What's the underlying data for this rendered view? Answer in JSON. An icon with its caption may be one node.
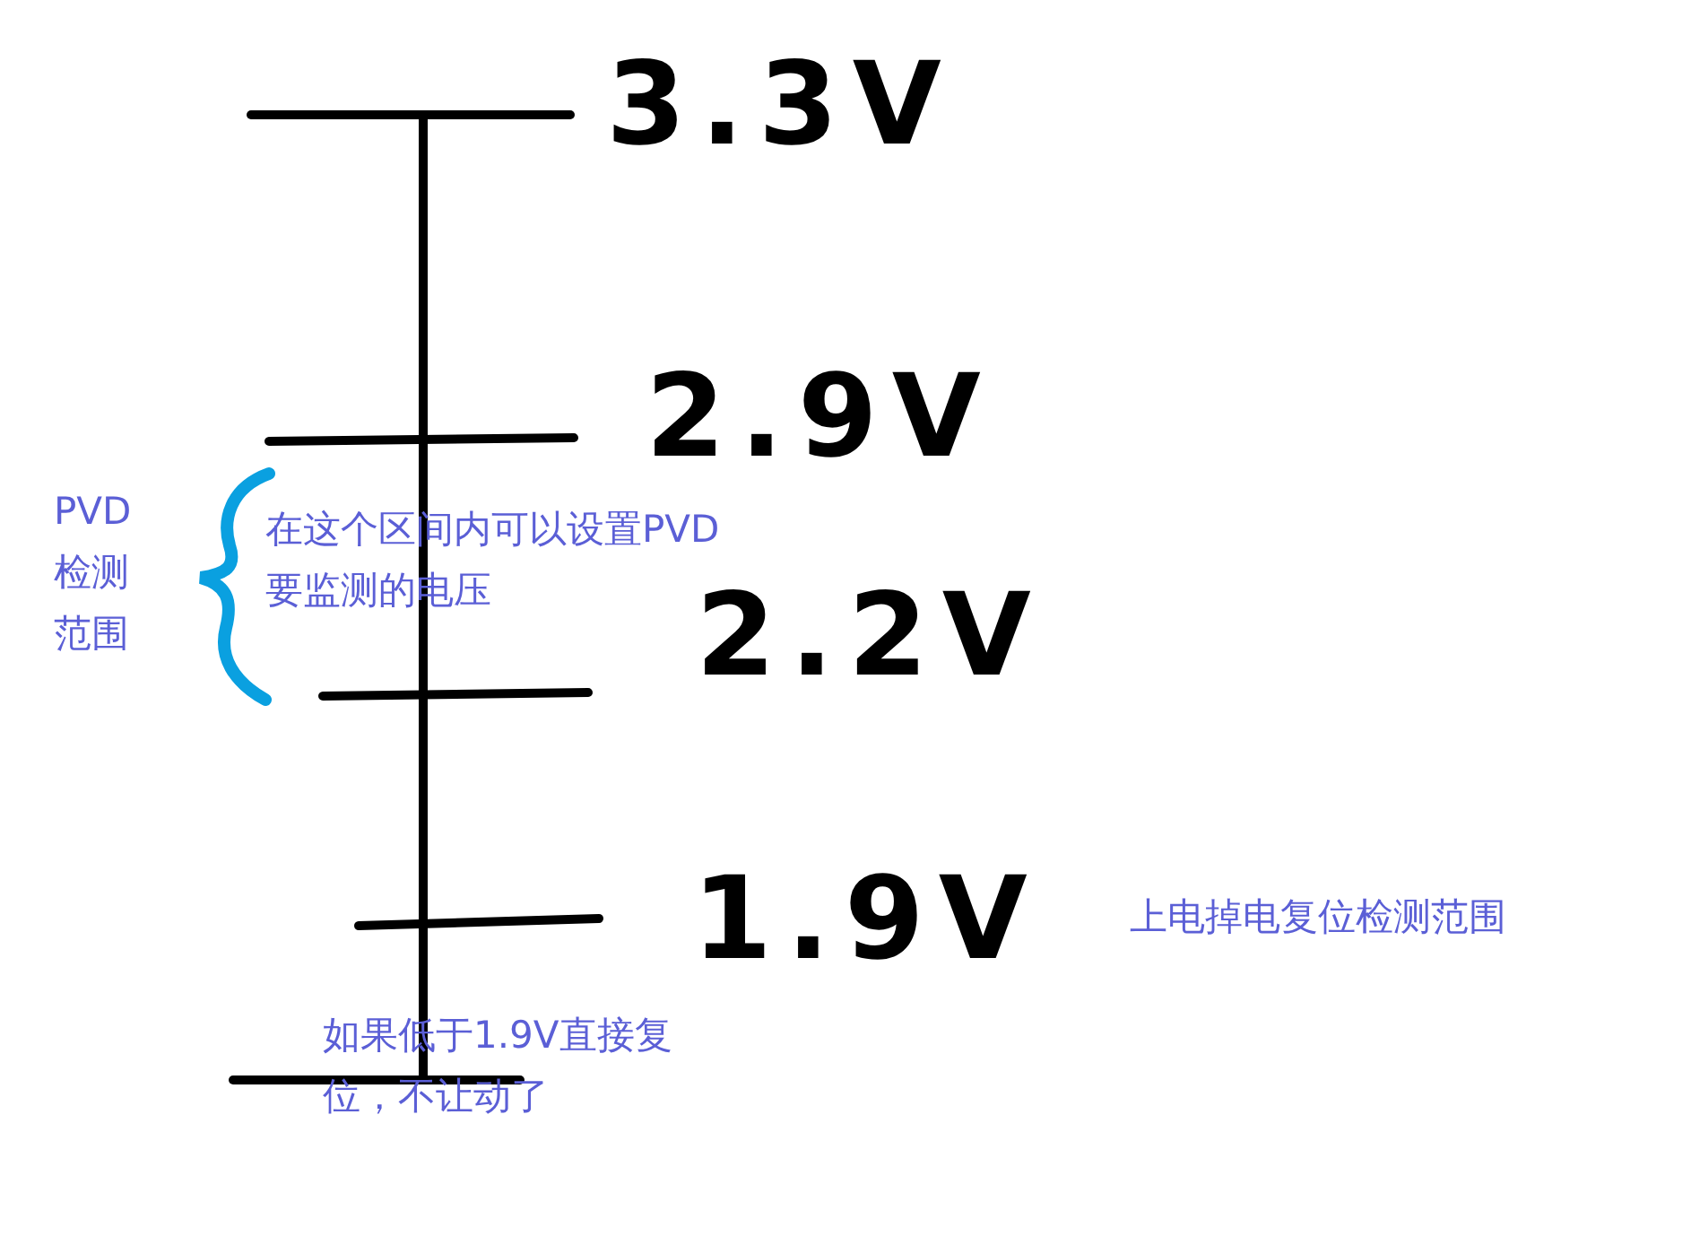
{
  "diagram": {
    "labels": [
      "3.3V",
      "2.9V",
      "PVD检测范围",
      "在这个区间内可以设置PVD要监测的电压",
      "2.2V",
      "1.9V",
      "上电掉电复位检测范围",
      "如果低于1.9V直接复位，不让动了"
    ]
  }
}
